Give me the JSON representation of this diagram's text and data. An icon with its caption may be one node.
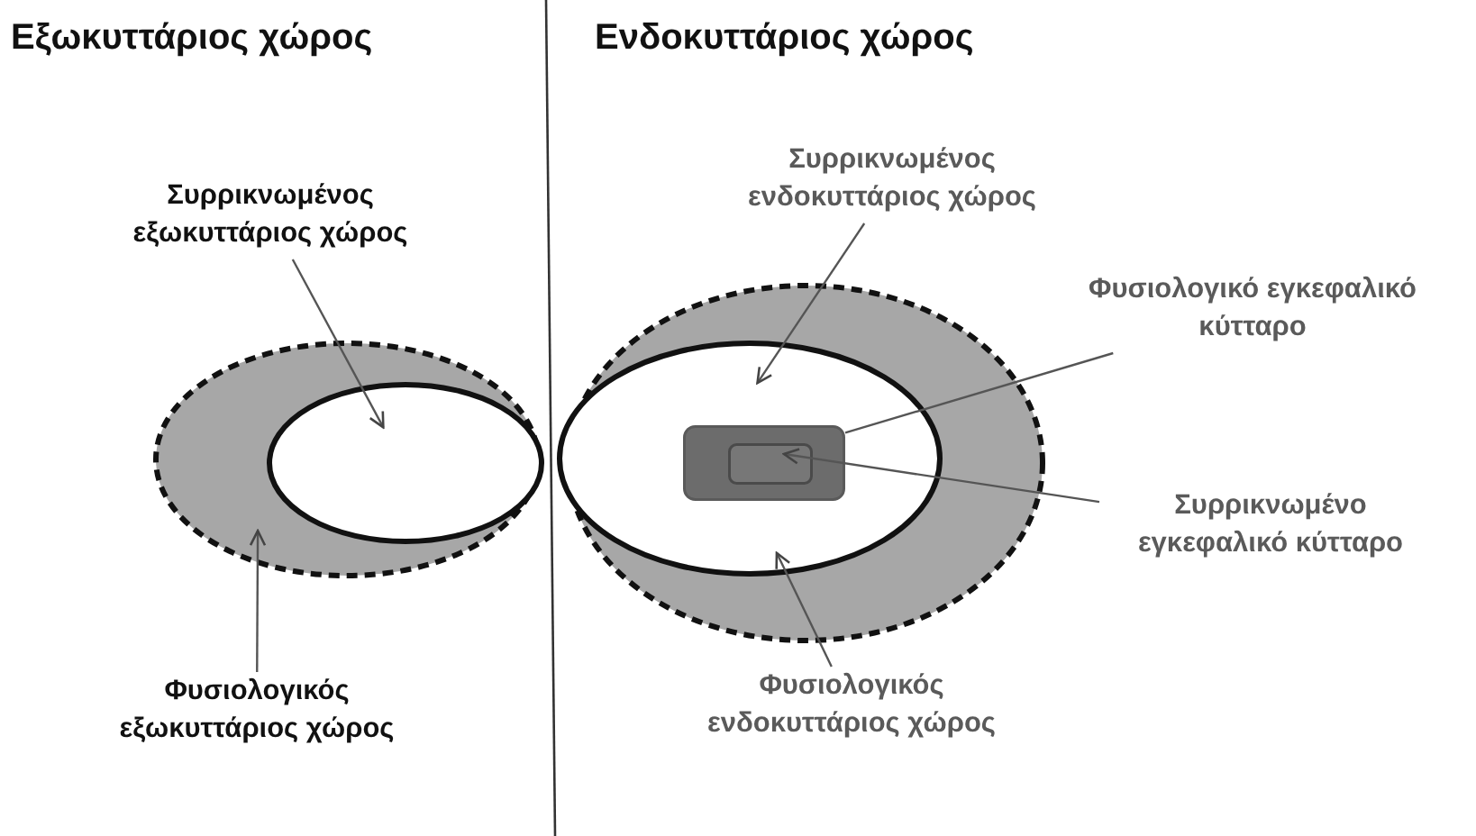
{
  "diagram": {
    "nodes": [
      {
        "text": [
          "Συρρικνωμένος εξωκυττάριος χώρος"
        ]
      },
      {
        "text": [],
        "shape": "ellipse"
      },
      {
        "text": [],
        "shape": "ellipse",
        "in": 1
      },
      {
        "text": [
          "Φυσιολογικός εξωκυττάριος χώρος"
        ]
      },
      {
        "text": [
          "Συρρικνωμένος ενδοκυττάριος χώρος"
        ]
      },
      {
        "text": [],
        "shape": "ellipse"
      },
      {
        "text": [],
        "shape": "ellipse",
        "in": 5
      },
      {
        "text": [],
        "shape": "box",
        "in": 6
      },
      {
        "text": [],
        "shape": "box",
        "in": 7
      },
      {
        "text": [
          "Φυσιολογικό εγκεφαλικό κύτταρο"
        ]
      },
      {
        "text": [
          "Συρρικνωμένο εγκεφαλικό κύτταρο"
        ]
      },
      {
        "text": [
          "Φυσιολογικός ενδοκυττάριος χώρος"
        ]
      }
    ],
    "edges": [
      {
        "from": 0,
        "to": 2,
        "arrow": "to"
      },
      {
        "from": 3,
        "to": 1,
        "arrow": "to"
      },
      {
        "from": 4,
        "to": 6,
        "arrow": "to"
      },
      {
        "from": 9,
        "to": 7,
        "arrow": "none"
      },
      {
        "from": 10,
        "to": 8,
        "arrow": "to"
      },
      {
        "from": 11,
        "to": 6,
        "arrow": "to"
      }
    ],
    "labels": [
      "Εξωκυττάριος χώρος",
      "Ενδοκυττάριος χώρος"
    ]
  }
}
